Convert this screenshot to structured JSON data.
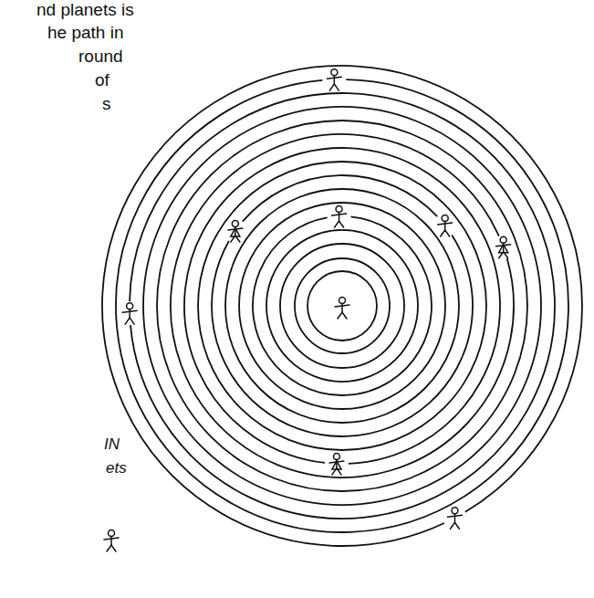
{
  "diagram": {
    "labels": [
      "nd planets is",
      "he path in",
      "round",
      "of",
      "s",
      "IN",
      "ets"
    ]
  }
}
